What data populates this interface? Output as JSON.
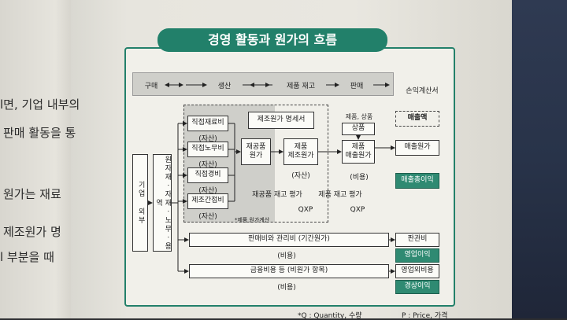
{
  "left_page": {
    "lines": [
      "l면, 기업 내부의",
      "판매 활동을 통",
      "원가는 재료",
      "제조원가 명",
      "l 부분을 때"
    ]
  },
  "diagram": {
    "title": "경영 활동과 원가의 흐름",
    "stages": {
      "buy": "구매",
      "produce": "생산",
      "stock": "제품 재고",
      "sell": "판매",
      "income_statement": "손익계산서"
    },
    "company": "기업 외부",
    "materials": "원자재ㆍ자재ㆍ노무ㆍ용역",
    "costs": [
      {
        "name": "직접재료비",
        "tag": "(자산)"
      },
      {
        "name": "직접노무비",
        "tag": "(자산)"
      },
      {
        "name": "직접경비",
        "tag": "(자산)"
      },
      {
        "name": "제조간접비",
        "tag": "(자산)"
      }
    ],
    "manufacturing_statement": "제조원가 명세서",
    "wip": "재공품\n원가",
    "product_cost": "제품\n제조원가",
    "asset_tag": "(자산)",
    "sales_goods_header": "제품, 상품",
    "goods": "상품",
    "product_sales_cost": "제품\n매출원가",
    "expense_tag": "(비용)",
    "sales": "매출액",
    "cogs": "매출원가",
    "gross_profit": "매출총이익",
    "wip_eval": "재공품 재고 평가",
    "product_eval": "제품 재고 평가",
    "qxp_1": "QXP",
    "qxp_2": "QXP",
    "mfg_cost_calc": "*제품 원가계산",
    "sga": "판매비와 관리비 (기간원가)",
    "sga_tag": "(비용)",
    "sga_result": "판관비",
    "operating_profit": "영업이익",
    "finance": "금융비용 등 (비원가 항목)",
    "finance_tag": "(비용)",
    "non_op": "영업외비용",
    "ordinary_profit": "경상이익",
    "footnote_q": "*Q : Quantity, 수량",
    "footnote_p": "P : Price, 가격"
  }
}
